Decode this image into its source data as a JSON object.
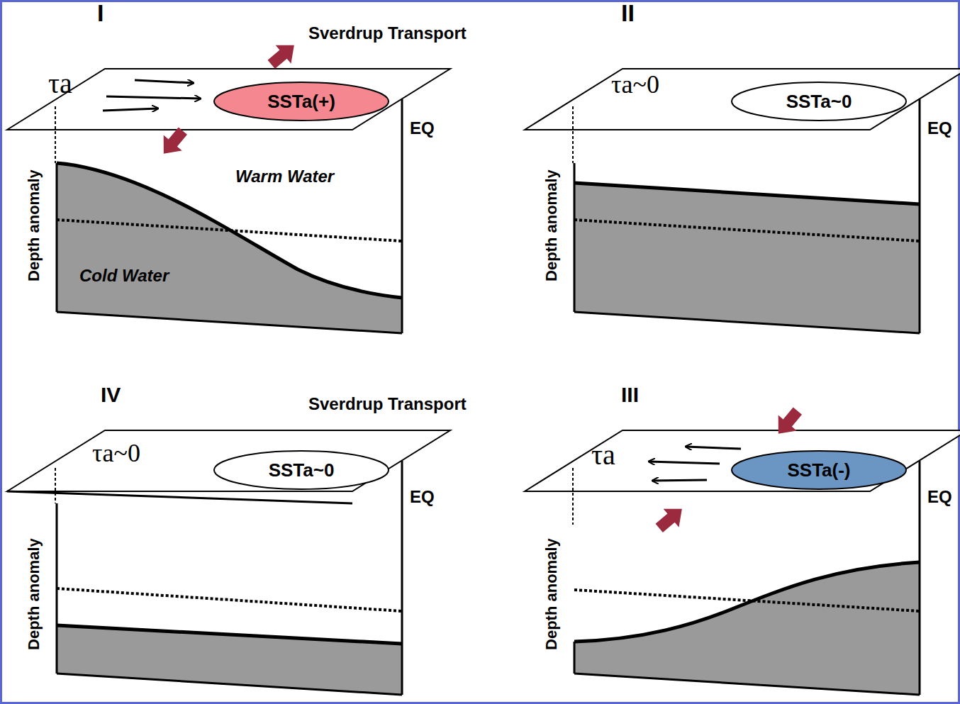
{
  "diagram": {
    "nodes": [
      {
        "text": [
          "SSTa(+)"
        ]
      },
      {
        "text": [
          "SSTa~0"
        ]
      },
      {
        "text": [
          "SSTa~0"
        ]
      },
      {
        "text": [
          "SSTa(-)"
        ]
      }
    ],
    "labels": [
      "I",
      "Sverdrup Transport",
      "τa",
      "EQ",
      "Depth anomaly",
      "Warm Water",
      "Cold Water",
      "II",
      "τa~0",
      "EQ",
      "Depth anomaly",
      "IV",
      "Sverdrup Transport",
      "τa~0",
      "EQ",
      "Depth anomaly",
      "III",
      "τa",
      "EQ",
      "Depth anomaly"
    ]
  }
}
